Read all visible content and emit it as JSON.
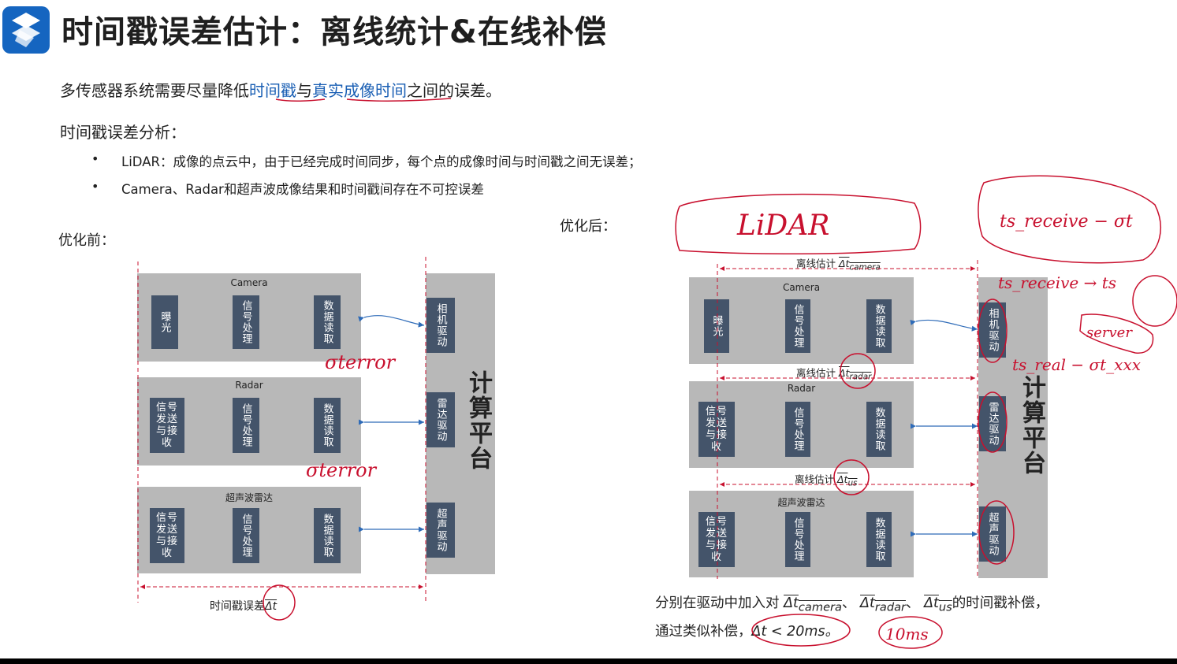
{
  "title": "时间戳误差估计：离线统计&在线补偿",
  "intro": {
    "prefix": "多传感器系统需要尽量降低",
    "term1": "时间戳",
    "connector": "与",
    "term2": "真实成像时间",
    "suffix": "之间的误差。"
  },
  "analysis_heading": "时间戳误差分析：",
  "bullets": [
    "LiDAR：成像的点云中，由于已经完成时间同步，每个点的成像时间与时间戳之间无误差；",
    "Camera、Radar和超声波成像结果和时间戳间存在不可控误差"
  ],
  "bullet_marker": "•",
  "before": {
    "label": "优化前：",
    "camera": {
      "title": "Camera",
      "cells": [
        "曝光",
        "信号处理",
        "数据读取"
      ]
    },
    "radar": {
      "title": "Radar",
      "cells": [
        "信号发送与接收",
        "信号处理",
        "数据读取"
      ]
    },
    "ultrasonic": {
      "title": "超声波雷达",
      "cells": [
        "信号发送与接收",
        "信号处理",
        "数据读取"
      ]
    },
    "drivers": [
      "相机驱动",
      "雷达驱动",
      "超声驱动"
    ],
    "platform": "计算平台",
    "error_caption": "时间戳误差",
    "error_symbol": "Δt"
  },
  "after": {
    "label": "优化后：",
    "camera": {
      "title": "Camera",
      "cells": [
        "曝光",
        "信号处理",
        "数据读取"
      ]
    },
    "radar": {
      "title": "Radar",
      "cells": [
        "信号发送与接收",
        "信号处理",
        "数据读取"
      ]
    },
    "ultrasonic": {
      "title": "超声波雷达",
      "cells": [
        "信号发送与接收",
        "信号处理",
        "数据读取"
      ]
    },
    "drivers": [
      "相机驱动",
      "雷达驱动",
      "超声驱动"
    ],
    "platform": "计算平台",
    "offline_label": "离线估计",
    "camera_symbol": "Δt",
    "camera_sub": "camera",
    "radar_symbol": "Δt",
    "radar_sub": "radar",
    "us_symbol": "Δt",
    "us_sub": "us",
    "bottom_line1_prefix": "分别在驱动中加入对",
    "bottom_term_camera": "Δt",
    "bottom_sub_camera": "camera",
    "bottom_term_radar": "Δt",
    "bottom_sub_radar": "radar",
    "bottom_term_us": "Δt",
    "bottom_sub_us": "us",
    "separator": "、",
    "bottom_line1_suffix": "的时间戳补偿，",
    "bottom_line2_prefix": "通过类似补偿，",
    "bottom_line2_formula": "Δt < 20ms。"
  },
  "annotations": {
    "lidar": "LiDAR",
    "error1": "σterror",
    "error2": "σterror",
    "ts_receive": "ts_receive − σt",
    "ts_receive2": "ts_receive → ts",
    "server": "server",
    "ts_real": "ts_real − σt_xxx",
    "ten_ms": "10ms"
  },
  "colors": {
    "accent": "#1a5fb4",
    "ink": "#c8102e",
    "cell": "#44546a",
    "panel": "#b8b8b8"
  }
}
